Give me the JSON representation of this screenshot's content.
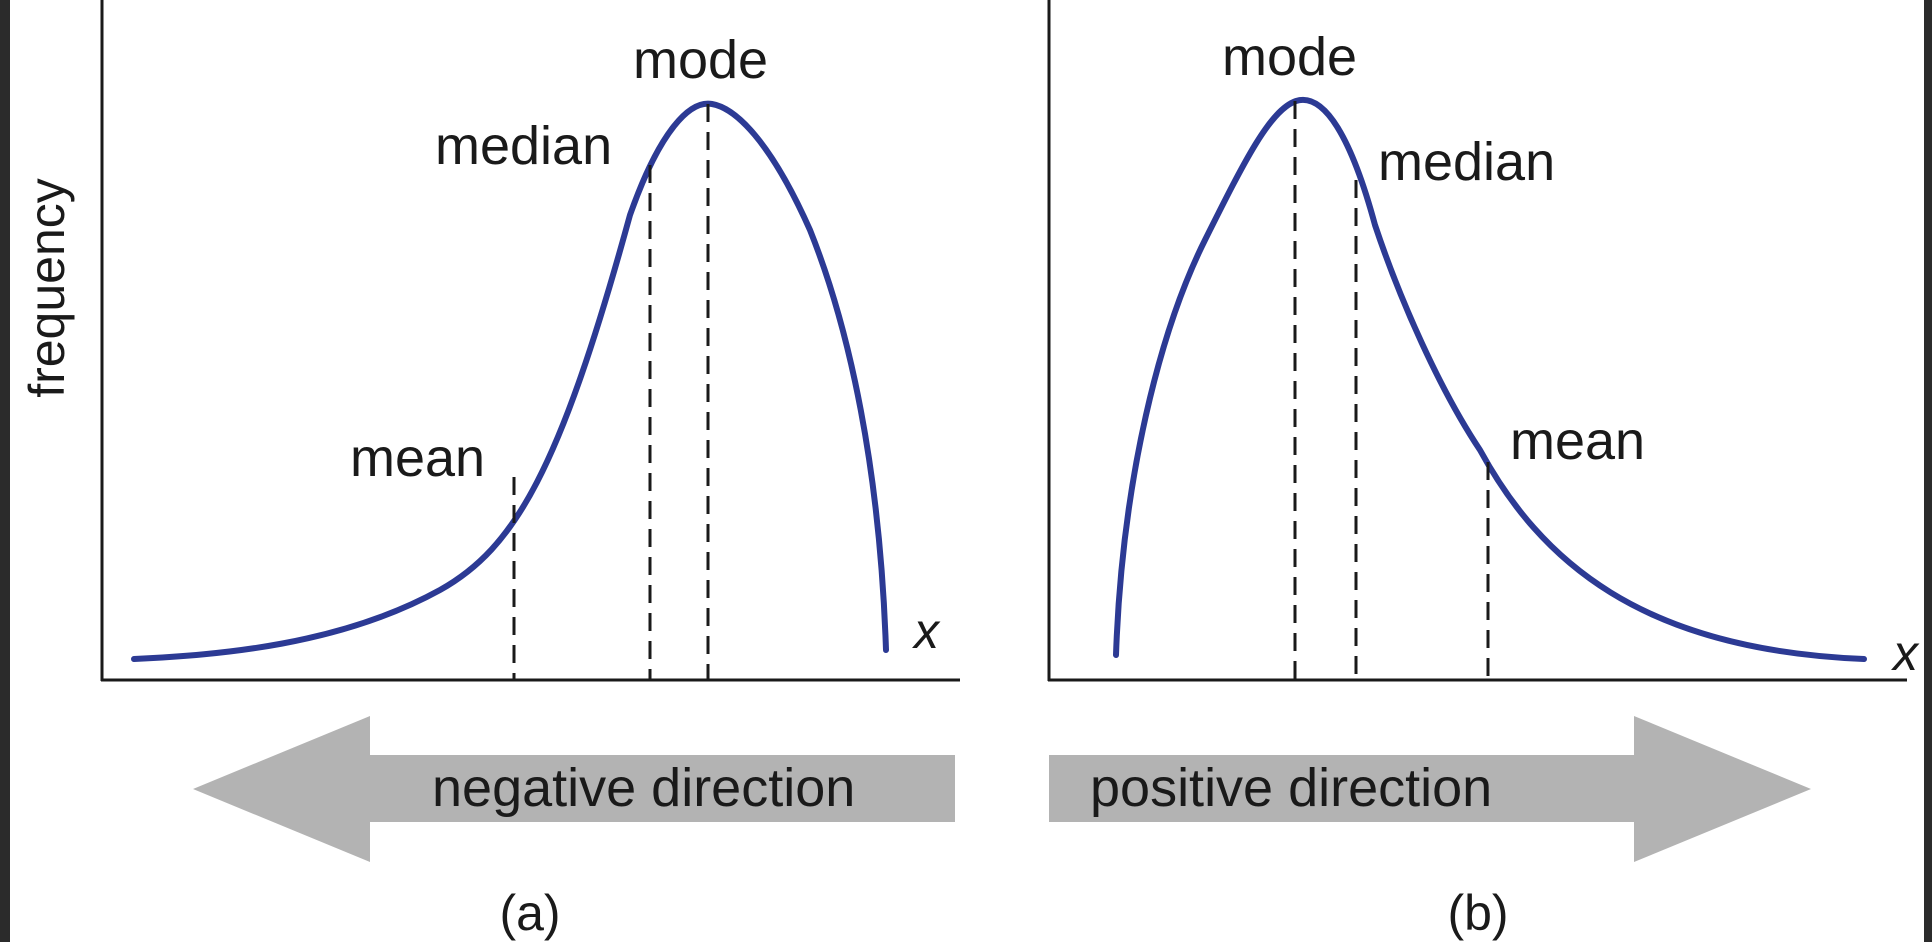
{
  "y_axis_label": "frequency",
  "panels": [
    {
      "caption": "(a)",
      "x_axis_label": "x",
      "markers": {
        "mean": "mean",
        "median": "median",
        "mode": "mode"
      },
      "direction": "negative direction"
    },
    {
      "caption": "(b)",
      "x_axis_label": "x",
      "markers": {
        "mode": "mode",
        "median": "median",
        "mean": "mean"
      },
      "direction": "positive direction"
    }
  ],
  "colors": {
    "curve": "#2c3a94",
    "arrow": "#b3b3b3",
    "axis": "#1a1a1a",
    "frame": "#2b2b2b"
  }
}
